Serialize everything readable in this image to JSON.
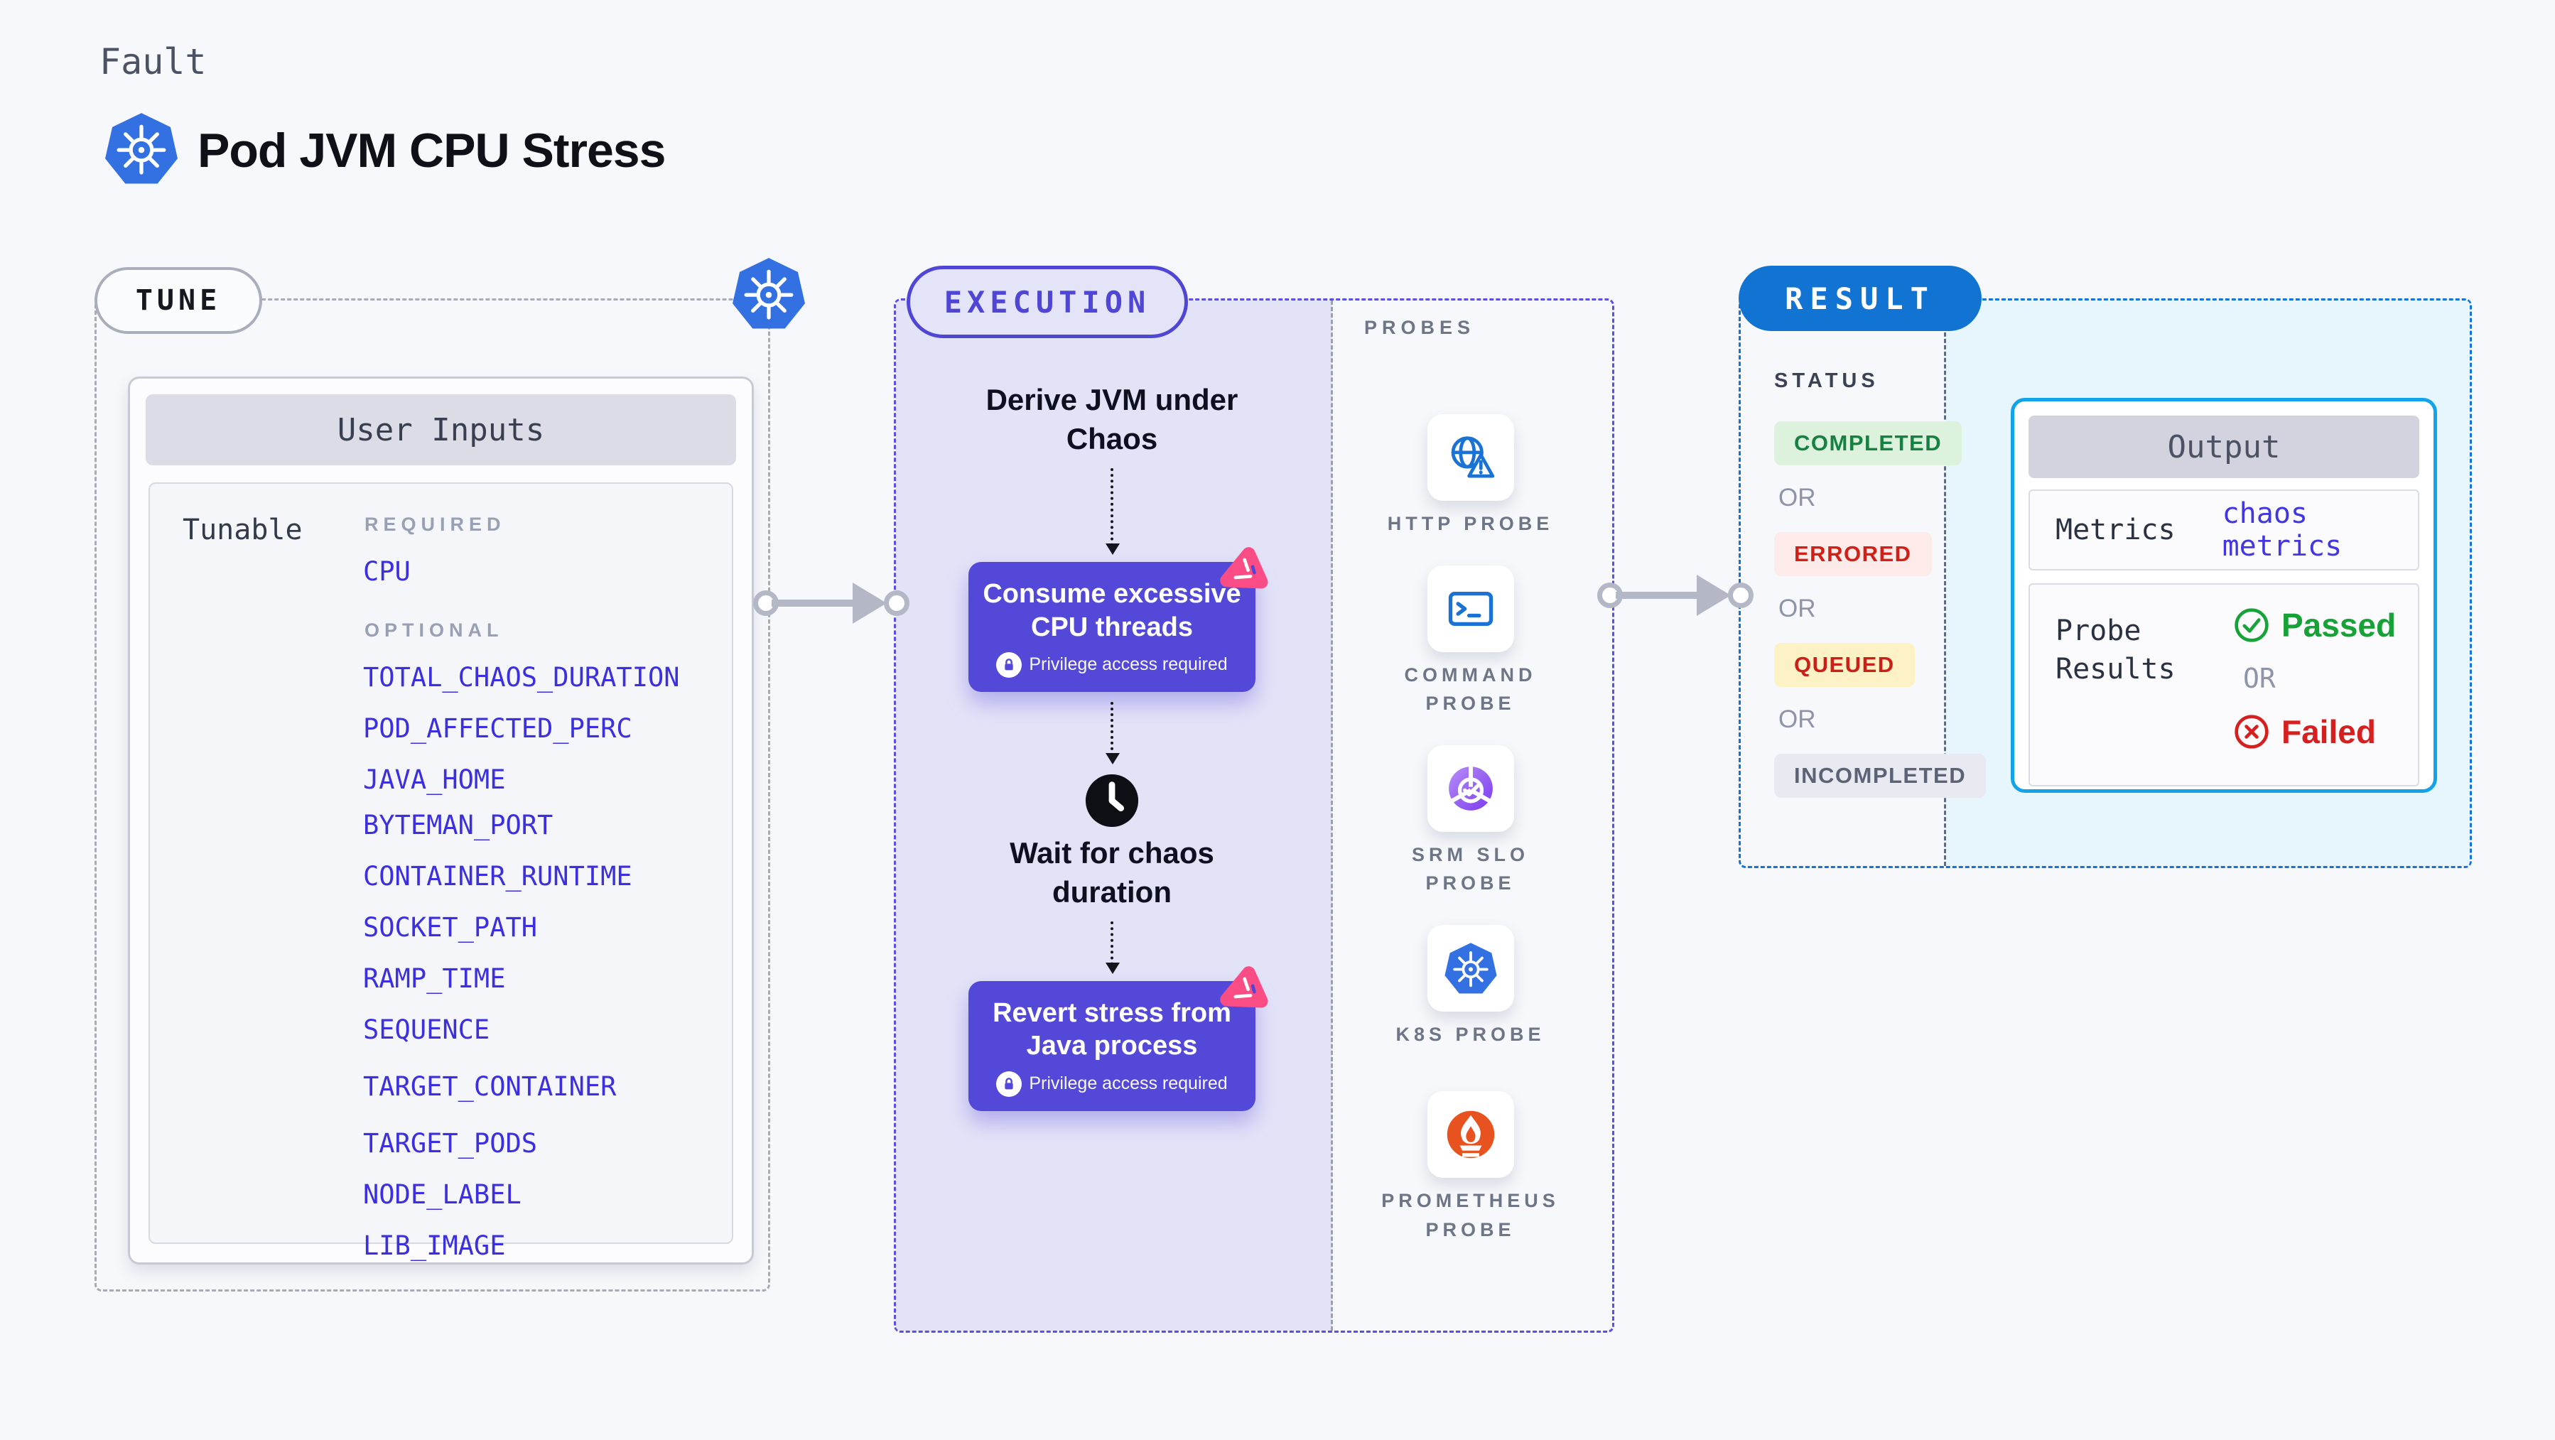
{
  "header": {
    "kicker": "Fault",
    "title": "Pod JVM CPU Stress",
    "logo_icon": "kubernetes-icon"
  },
  "tune": {
    "label": "TUNE",
    "corner_icon": "kubernetes-icon",
    "card_title": "User Inputs",
    "row_label": "Tunable",
    "required_label": "REQUIRED",
    "optional_label": "OPTIONAL",
    "required_inputs": [
      "CPU"
    ],
    "optional_inputs": [
      "TOTAL_CHAOS_DURATION",
      "POD_AFFECTED_PERC",
      "JAVA_HOME",
      "BYTEMAN_PORT",
      "CONTAINER_RUNTIME",
      "SOCKET_PATH",
      "RAMP_TIME",
      "SEQUENCE",
      "TARGET_CONTAINER",
      "TARGET_PODS",
      "NODE_LABEL",
      "LIB_IMAGE"
    ]
  },
  "execution": {
    "label": "EXECUTION",
    "step1": "Derive JVM under Chaos",
    "action1": {
      "title": "Consume excessive CPU threads",
      "note": "Privilege access required",
      "icon": "chaos-pinwheel-icon"
    },
    "wait_step": "Wait for chaos duration",
    "wait_icon": "clock-icon",
    "action2": {
      "title": "Revert stress from Java process",
      "note": "Privilege access required",
      "icon": "chaos-pinwheel-icon"
    }
  },
  "probes": {
    "label": "PROBES",
    "items": [
      {
        "name": "HTTP PROBE",
        "icon": "globe-alert-icon"
      },
      {
        "name": "COMMAND PROBE",
        "icon": "terminal-icon"
      },
      {
        "name": "SRM SLO PROBE",
        "icon": "slo-donut-icon"
      },
      {
        "name": "K8S PROBE",
        "icon": "kubernetes-icon"
      },
      {
        "name": "PROMETHEUS PROBE",
        "icon": "prometheus-flame-icon"
      }
    ]
  },
  "result": {
    "label": "RESULT",
    "status_label": "STATUS",
    "or_label": "OR",
    "statuses": [
      {
        "label": "COMPLETED",
        "bg": "#ddf2dc",
        "fg": "#178043"
      },
      {
        "label": "ERRORED",
        "bg": "#fcebe8",
        "fg": "#d02018"
      },
      {
        "label": "QUEUED",
        "bg": "#fdf1c6",
        "fg": "#cb1f17"
      },
      {
        "label": "INCOMPLETED",
        "bg": "#e9eaf1",
        "fg": "#5d6377"
      }
    ],
    "output": {
      "title": "Output",
      "metrics_label": "Metrics",
      "metrics_link": "chaos metrics",
      "probe_results_label": "Probe Results",
      "passed_label": "Passed",
      "failed_label": "Failed"
    }
  },
  "colors": {
    "page_bg": "#f7f8fb",
    "tune_dash": "#a6abb8",
    "execution_accent": "#4f46d6",
    "execution_fill": "#e3e3f8",
    "action_box": "#5348d8",
    "chaos_pink": "#fa4d86",
    "result_accent": "#1173d2",
    "output_border": "#12a3e8",
    "result_fill": "#e7f5fd",
    "link_blue": "#3b2fe0",
    "passed_green": "#17a237",
    "failed_red": "#d62020",
    "kubernetes_blue": "#3371e3",
    "probe_icon_blue": "#1a72d4",
    "prometheus_orange": "#e8521f"
  }
}
